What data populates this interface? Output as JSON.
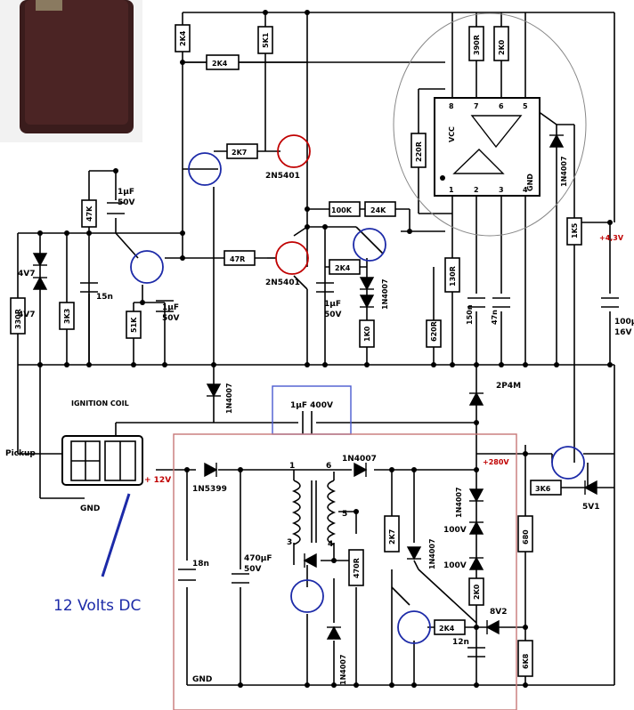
{
  "labels": {
    "r_2k4_top": "2K4",
    "r_2k4_h": "2K4",
    "r_5k1": "5K1",
    "r_2k7": "2K7",
    "q_2n5401_a": "2N5401",
    "q_2n5401_b": "2N5401",
    "c_1uf_50v_a": "1µF",
    "c_1uf_50v_a2": "50V",
    "r_47k": "47K",
    "r_47r": "47R",
    "r_100k": "100K",
    "r_24k": "24K",
    "r_2k4_mid": "2K4",
    "d_1n4007_mid": "1N4007",
    "c_1uf_50v_b": "1µF",
    "c_1uf_50v_b2": "50V",
    "r_1k0_mid": "1K0",
    "c_15n": "15n",
    "r_3k3": "3K3",
    "r_330r": "330R",
    "z_4v7_a": "4V7",
    "z_4v7_b": "4V7",
    "r_51k": "51K",
    "c_1uf_50v_c": "1µF",
    "c_1uf_50v_c2": "50V",
    "r_220r": "220R",
    "r_390r": "390R",
    "r_130r": "130R",
    "r_1k0_top": "2K0",
    "ic_vcc": "VCC",
    "ic_gnd": "GND",
    "pin8": "8",
    "pin7": "7",
    "pin6": "6",
    "pin5": "5",
    "pin1": "1",
    "pin2": "2",
    "pin3": "3",
    "pin4": "4",
    "d_1n4007_ic": "1N4007",
    "r_1k5": "1K5",
    "plus43v": "+4,3V",
    "c_100uf": "100µ",
    "c_16v": "16V",
    "r_620r": "620R",
    "c_150n": "150n",
    "c_47n": "47n",
    "d_1n4007_lower": "1N4007",
    "q_2p4m": "2P4M",
    "c_1uf_400v": "1µF 400V",
    "ignition_coil": "IGNITION COIL",
    "pickup": "Pickup",
    "gnd_left": "GND",
    "plus12v": "+ 12V",
    "d_1n5399": "1N5399",
    "d_1n4007_top_box": "1N4007",
    "plus280v": "+280V",
    "t_pin1": "1",
    "t_pin6": "6",
    "t_pin5": "5",
    "t_pin3": "3",
    "t_pin4": "4",
    "c_18n": "18n",
    "c_470uf": "470µF",
    "c_470uf2": "50V",
    "r_470r": "470R",
    "r_2k7_box": "2K7",
    "d_1n4007_box_mid": "1N4007",
    "d_1n4007_box_right": "1N4007",
    "z_100v_a": "100V",
    "z_100v_b": "100V",
    "r_2k0_box": "2K0",
    "r_2k4_box": "2K4",
    "z_8v2": "8V2",
    "c_12n": "12n",
    "d_1n4007_box_low": "1N4007",
    "gnd_box": "GND",
    "r_3k6": "3K6",
    "z_5v1": "5V1",
    "r_680_a": "680",
    "r_680_b": "6K8",
    "twelve_volts": "12 Volts DC"
  }
}
